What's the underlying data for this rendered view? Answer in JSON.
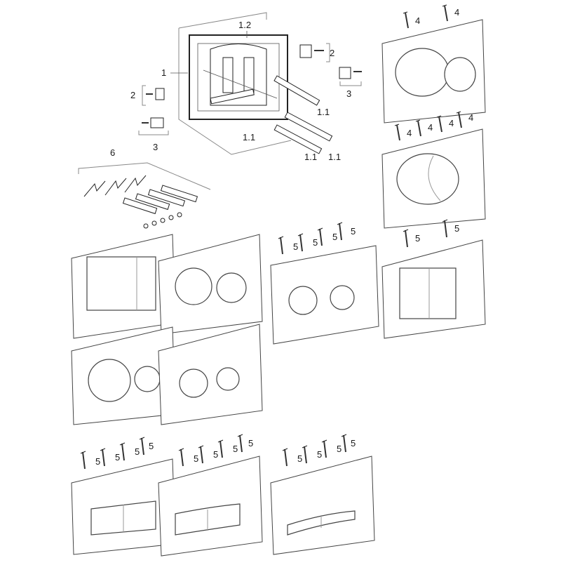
{
  "labels": {
    "l1": "1",
    "l1_2": "1.2",
    "l2a": "2",
    "l2b": "2",
    "l3a": "3",
    "l3b": "3",
    "l1_1a": "1.1",
    "l1_1b": "1.1",
    "l1_1c": "1.1",
    "l1_1d": "1.1",
    "l6": "6",
    "l4": "4",
    "l5": "5"
  }
}
